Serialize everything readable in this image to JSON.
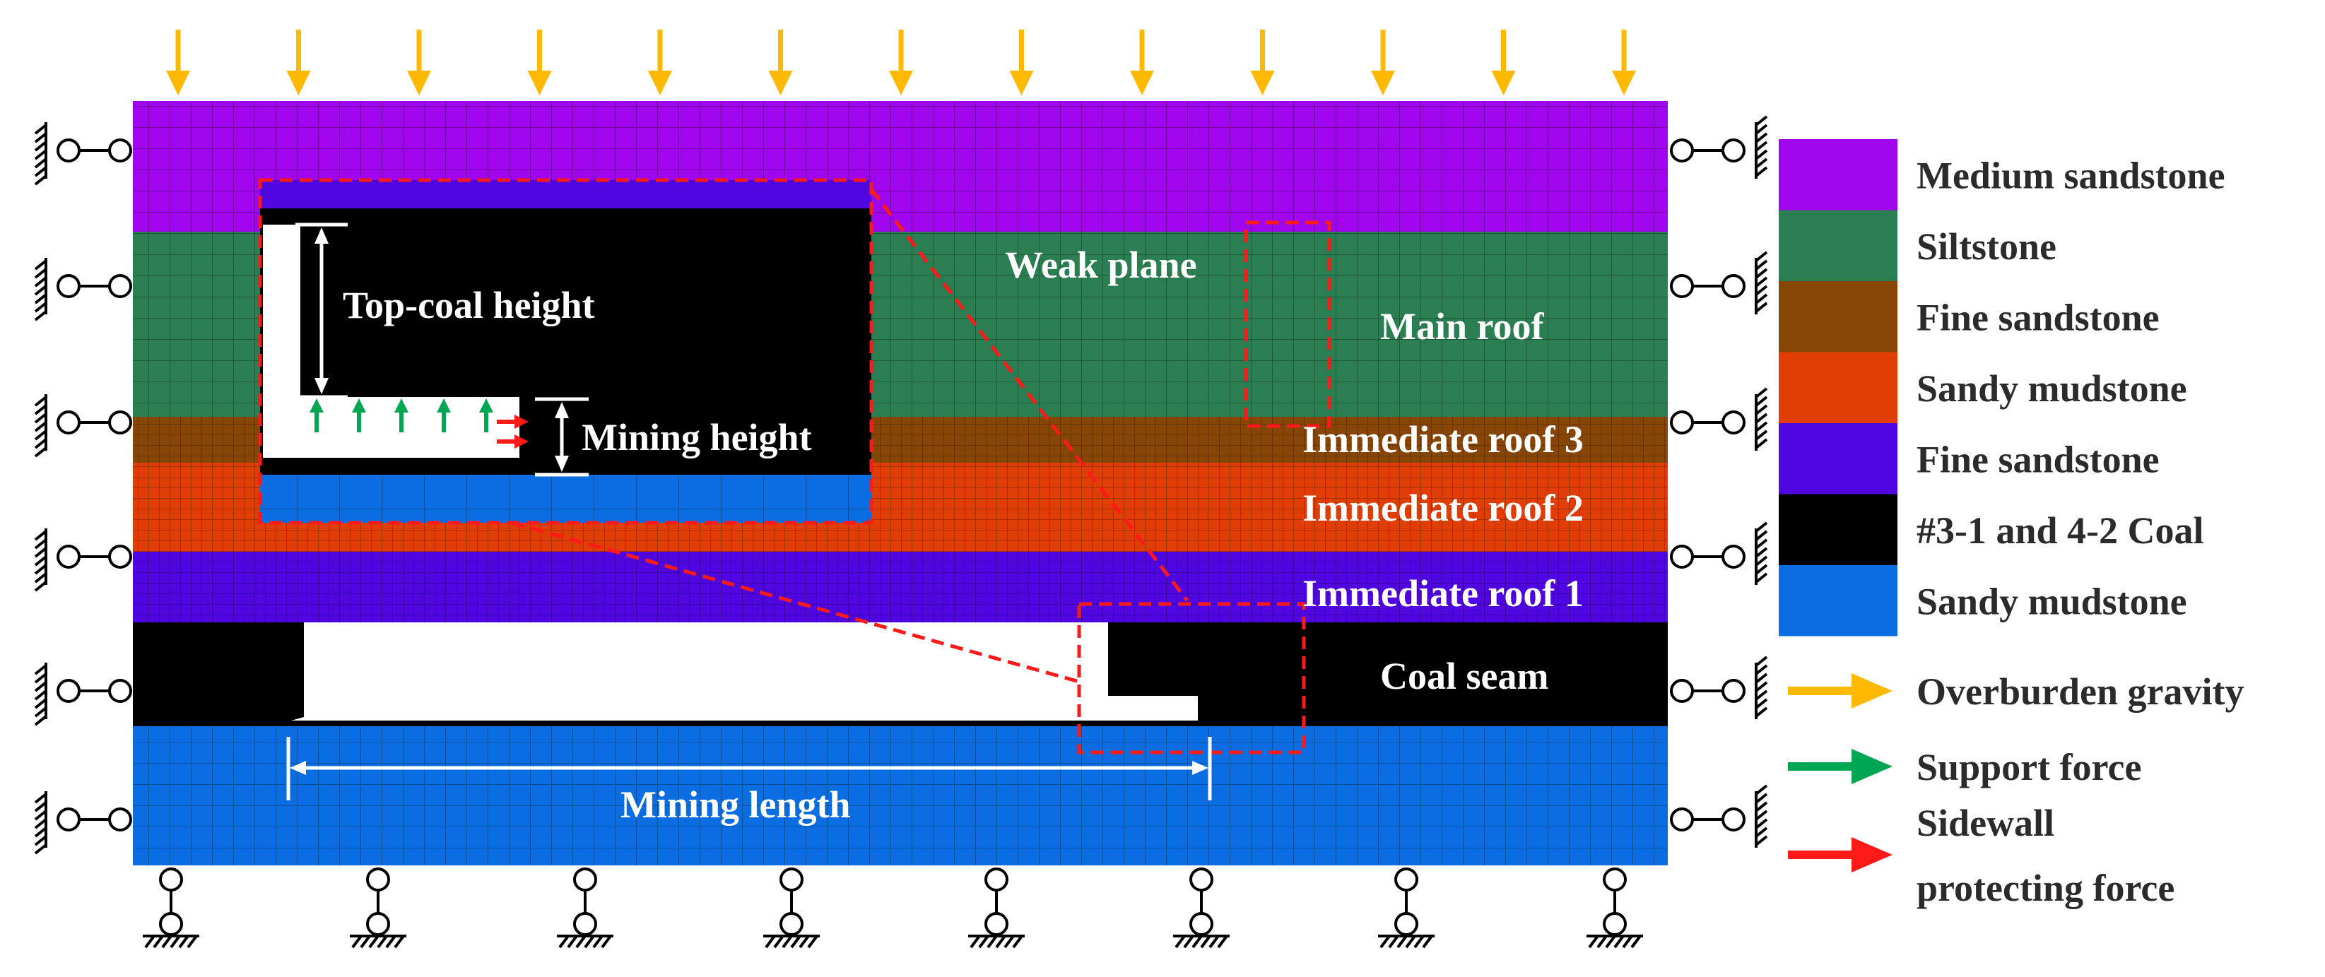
{
  "labels": {
    "weak_plane": "Weak plane",
    "main_roof": "Main roof",
    "immediate_roof_3": "Immediate roof 3",
    "immediate_roof_2": "Immediate roof 2",
    "immediate_roof_1": "Immediate roof 1",
    "coal_seam": "Coal seam",
    "mining_length": "Mining length",
    "top_coal_height": "Top-coal height",
    "mining_height": "Mining height"
  },
  "legend": {
    "materials": [
      {
        "name": "Medium sandstone",
        "color": "#9f06ee"
      },
      {
        "name": "Siltstone",
        "color": "#2b7e52"
      },
      {
        "name": "Fine sandstone",
        "color": "#874606"
      },
      {
        "name": "Sandy mudstone",
        "color": "#e13e06"
      },
      {
        "name": "Fine sandstone",
        "color": "#5006e0"
      },
      {
        "name": "#3-1 and 4-2 Coal",
        "color": "#000000"
      },
      {
        "name": "Sandy mudstone",
        "color": "#0a6ee2"
      }
    ],
    "forces": [
      {
        "name": "Overburden gravity",
        "color": "#ffb900"
      },
      {
        "name": "Support force",
        "color": "#00a651"
      },
      {
        "name": "Sidewall",
        "color": "#ff1a1a"
      }
    ],
    "force_line2": "protecting force"
  },
  "colors": {
    "medium_sandstone": "#9f06ee",
    "siltstone": "#2b7e52",
    "fine_sandstone_brown": "#874606",
    "sandy_mudstone_orange": "#e13e06",
    "fine_sandstone_blue": "#5006e0",
    "coal": "#000000",
    "sandy_mudstone_blue": "#0a6ee2",
    "gravity_arrow": "#ffb900",
    "support_arrow": "#00a651",
    "sidewall_arrow": "#ff1a1a",
    "dashed_outline": "#ff1a1a"
  }
}
